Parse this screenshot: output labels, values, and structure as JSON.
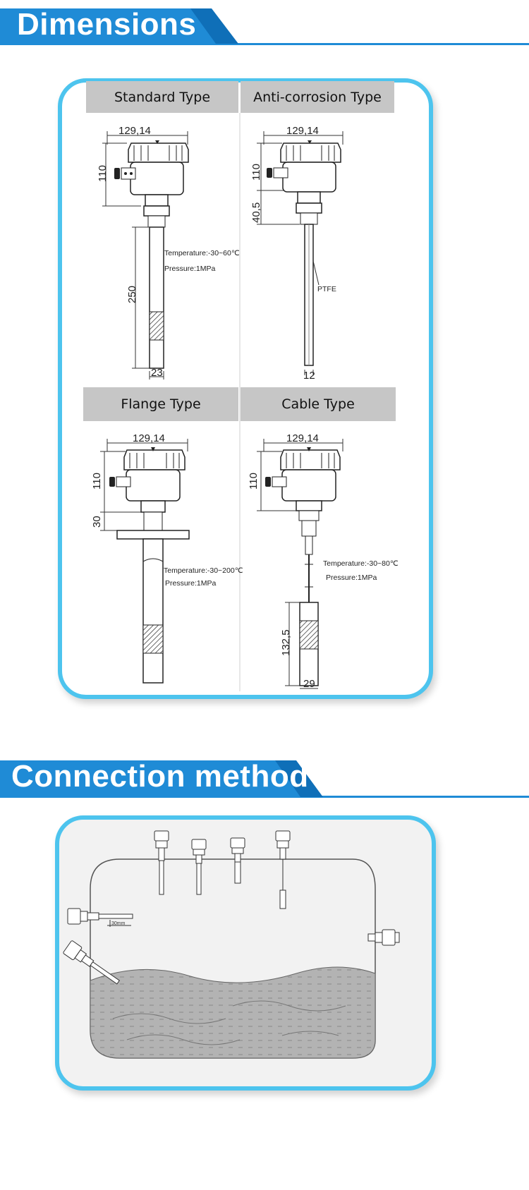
{
  "section1": {
    "title": "Dimensions"
  },
  "section2": {
    "title": "Connection method"
  },
  "types": {
    "standard": {
      "label": "Standard Type",
      "width_dim": "129,14",
      "height_dim": "110",
      "length_dim": "250",
      "dia_dim": "23",
      "temperature": "Temperature:-30~60℃",
      "pressure": "Pressure:1MPa"
    },
    "anticorrosion": {
      "label": "Anti-corrosion Type",
      "width_dim": "129,14",
      "height_dim": "110",
      "thread_dim": "40,5",
      "material": "PTFE",
      "dia_dim": "12"
    },
    "flange": {
      "label": "Flange Type",
      "width_dim": "129,14",
      "height_dim": "110",
      "flange_dim": "30",
      "temperature": "Temperature:-30~200℃",
      "pressure": "Pressure:1MPa"
    },
    "cable": {
      "label": "Cable Type",
      "width_dim": "129,14",
      "height_dim": "110",
      "length_dim": "132,5",
      "dia_dim": "29",
      "temperature": "Temperature:-30~80℃",
      "pressure": "Pressure:1MPa"
    }
  },
  "connection": {
    "side_dim": "30mm"
  },
  "colors": {
    "accent": "#1f8bd6",
    "accent_dark": "#0f6fb8",
    "card_border": "#4dc4ee",
    "liquid": "#b0b0b0"
  }
}
